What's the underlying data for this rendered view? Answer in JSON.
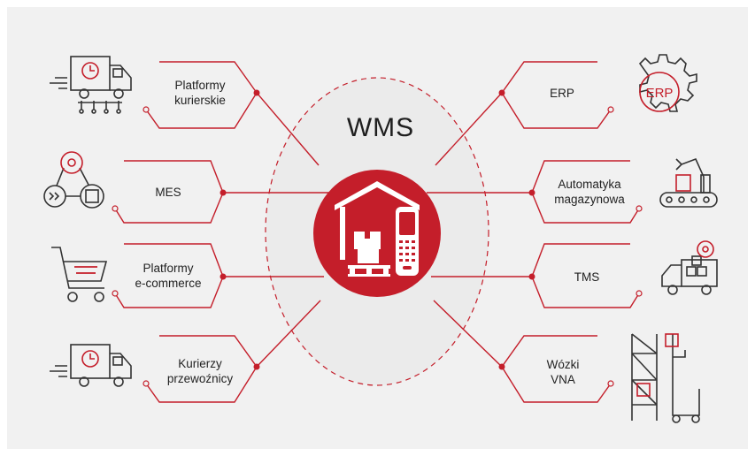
{
  "center": {
    "title": "WMS"
  },
  "left_nodes": [
    {
      "line1": "Platformy",
      "line2": "kurierskie",
      "icon": "delivery-truck-clock-icon"
    },
    {
      "line1": "MES",
      "line2": "",
      "icon": "conveyor-gear-box-icon"
    },
    {
      "line1": "Platformy",
      "line2": "e-commerce",
      "icon": "shopping-cart-icon"
    },
    {
      "line1": "Kurierzy",
      "line2": "przewoźnicy",
      "icon": "delivery-truck-icon"
    }
  ],
  "right_nodes": [
    {
      "line1": "ERP",
      "line2": "",
      "icon": "erp-gear-icon",
      "badge": "ERP"
    },
    {
      "line1": "Automatyka",
      "line2": "magazynowa",
      "icon": "robot-arm-conveyor-icon"
    },
    {
      "line1": "TMS",
      "line2": "",
      "icon": "truck-boxes-gear-icon"
    },
    {
      "line1": "Wózki",
      "line2": "VNA",
      "icon": "vna-forklift-rack-icon"
    }
  ],
  "colors": {
    "accent": "#c41e2a",
    "background": "#f1f1f1",
    "line": "#c41e2a",
    "text": "#222222"
  }
}
